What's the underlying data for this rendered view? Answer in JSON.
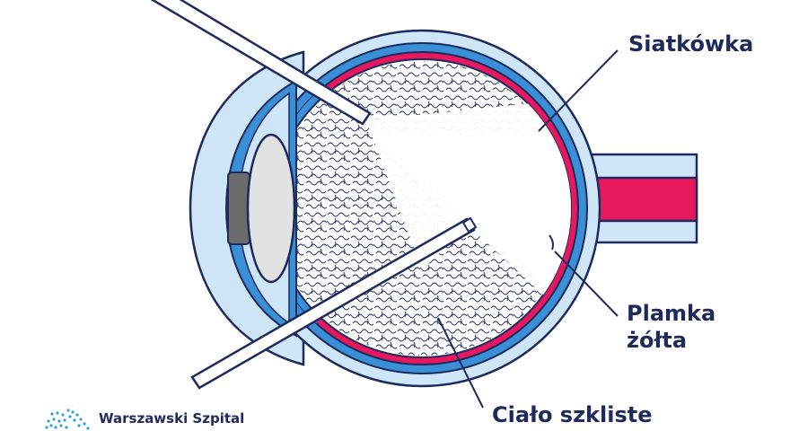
{
  "labels": {
    "retina": "Siatkówka",
    "macula_line1": "Plamka",
    "macula_line2": "żółta",
    "vitreous": "Ciało szkliste"
  },
  "brand": {
    "name": "Warszawski Szpital"
  },
  "colors": {
    "outline": "#1d2a5c",
    "sclera": "#cfe6f8",
    "choroid": "#3a8fd6",
    "retina": "#e8185f",
    "lens": "#e2e2e2",
    "iris": "#6b6b6b",
    "light": "#ffffff",
    "texture": "#1d2a5c",
    "brand_dots": "#2fa3d9"
  }
}
